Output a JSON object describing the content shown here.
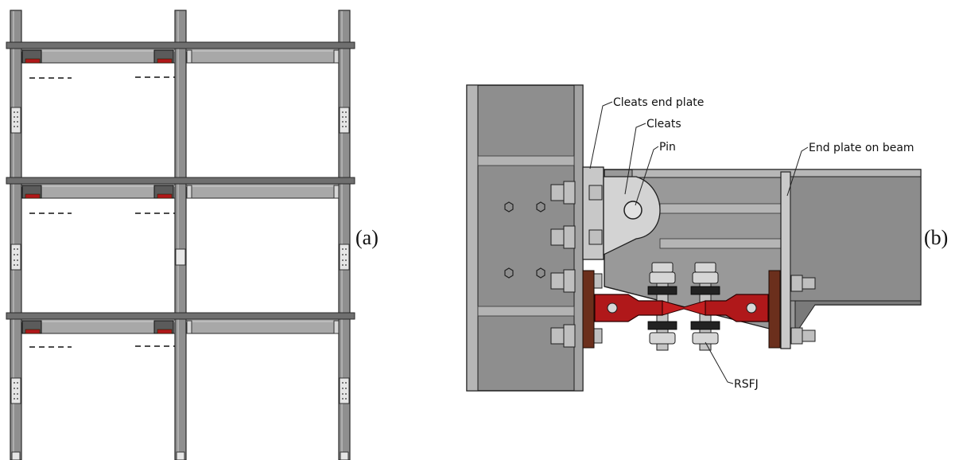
{
  "panels": {
    "a": {
      "label": "(a)"
    },
    "b": {
      "label": "(b)"
    }
  },
  "callouts": {
    "cleats_end_plate": "Cleats end plate",
    "cleats": "Cleats",
    "pin": "Pin",
    "end_plate_on_beam": "End plate on beam",
    "rsfj": "RSFJ"
  },
  "colors": {
    "steel": "#9a9a9a",
    "steel_dark": "#4a4a4a",
    "steel_light": "#bdbdbd",
    "rsfj_red": "#b0181a",
    "rubber": "#222222",
    "brown_plate": "#6b2f1c"
  },
  "icons": {
    "bolt": "hex-bolt-icon",
    "pin": "pin-icon"
  }
}
